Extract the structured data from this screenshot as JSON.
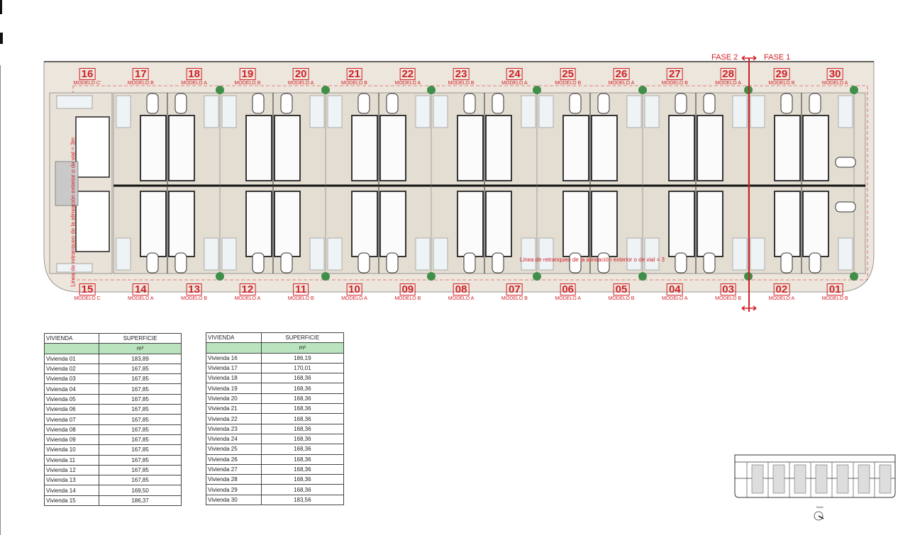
{
  "plan": {
    "top_units": [
      {
        "num": "16",
        "model": "MODELO C'"
      },
      {
        "num": "17",
        "model": "MODELO B"
      },
      {
        "num": "18",
        "model": "MODELO A"
      },
      {
        "num": "19",
        "model": "MODELO B"
      },
      {
        "num": "20",
        "model": "MODELO A"
      },
      {
        "num": "21",
        "model": "MODELO B"
      },
      {
        "num": "22",
        "model": "MODELO A"
      },
      {
        "num": "23",
        "model": "MODELO B"
      },
      {
        "num": "24",
        "model": "MODELO A"
      },
      {
        "num": "25",
        "model": "MODELO B"
      },
      {
        "num": "26",
        "model": "MODELO A"
      },
      {
        "num": "27",
        "model": "MODELO B"
      },
      {
        "num": "28",
        "model": "MODELO A"
      },
      {
        "num": "29",
        "model": "MODELO B"
      },
      {
        "num": "30",
        "model": "MODELO A"
      }
    ],
    "bottom_units": [
      {
        "num": "15",
        "model": "MODELO C"
      },
      {
        "num": "14",
        "model": "MODELO A"
      },
      {
        "num": "13",
        "model": "MODELO B"
      },
      {
        "num": "12",
        "model": "MODELO A"
      },
      {
        "num": "11",
        "model": "MODELO B"
      },
      {
        "num": "10",
        "model": "MODELO A"
      },
      {
        "num": "09",
        "model": "MODELO B"
      },
      {
        "num": "08",
        "model": "MODELO A"
      },
      {
        "num": "07",
        "model": "MODELO B"
      },
      {
        "num": "06",
        "model": "MODELO A"
      },
      {
        "num": "05",
        "model": "MODELO B"
      },
      {
        "num": "04",
        "model": "MODELO A"
      },
      {
        "num": "03",
        "model": "MODELO B"
      },
      {
        "num": "02",
        "model": "MODELO A"
      },
      {
        "num": "01",
        "model": "MODELO B"
      }
    ],
    "fase_left": "FASE 2",
    "fase_right": "FASE 1",
    "setback_note": "Linea de retranqueo de la alineación exterior o de vial = 3",
    "setback_note_vertical": "Linea de retranqueo de la alineación exterior o de vial = 3m",
    "colors": {
      "annotation": "#d21f26",
      "ground": "#ece6dc",
      "header_fill": "#b9e4bd"
    }
  },
  "tables": [
    {
      "headers": [
        "VIVIENDA",
        "SUPERFICIE"
      ],
      "unit": "m²",
      "rows": [
        [
          "Vivienda 01",
          "183,89"
        ],
        [
          "Vivienda 02",
          "167,85"
        ],
        [
          "Vivienda 03",
          "167,85"
        ],
        [
          "Vivienda 04",
          "167,85"
        ],
        [
          "Vivienda 05",
          "167,85"
        ],
        [
          "Vivienda 06",
          "167,85"
        ],
        [
          "Vivienda 07",
          "167,85"
        ],
        [
          "Vivienda 08",
          "167,85"
        ],
        [
          "Vivienda 09",
          "167,85"
        ],
        [
          "Vivienda 10",
          "167,85"
        ],
        [
          "Vivienda 11",
          "167,85"
        ],
        [
          "Vivienda 12",
          "167,85"
        ],
        [
          "Vivienda 13",
          "167,85"
        ],
        [
          "Vivienda 14",
          "169,50"
        ],
        [
          "Vivienda 15",
          "186,37"
        ]
      ]
    },
    {
      "headers": [
        "VIVIENDA",
        "SUPERFICIE"
      ],
      "unit": "m²",
      "rows": [
        [
          "Vivienda 16",
          "186,19"
        ],
        [
          "Vivienda 17",
          "170,01"
        ],
        [
          "Vivienda 18",
          "168,36"
        ],
        [
          "Vivienda 19",
          "168,36"
        ],
        [
          "Vivienda 20",
          "168,36"
        ],
        [
          "Vivienda 21",
          "168,36"
        ],
        [
          "Vivienda 22",
          "168,36"
        ],
        [
          "Vivienda 23",
          "168,36"
        ],
        [
          "Vivienda 24",
          "168,36"
        ],
        [
          "Vivienda 25",
          "168,36"
        ],
        [
          "Vivienda 26",
          "168,36"
        ],
        [
          "Vivienda 27",
          "168,36"
        ],
        [
          "Vivienda 28",
          "168,36"
        ],
        [
          "Vivienda 29",
          "168,36"
        ],
        [
          "Vivienda 30",
          "183,56"
        ]
      ]
    }
  ],
  "key_plan": {
    "north_label": "Norte"
  }
}
